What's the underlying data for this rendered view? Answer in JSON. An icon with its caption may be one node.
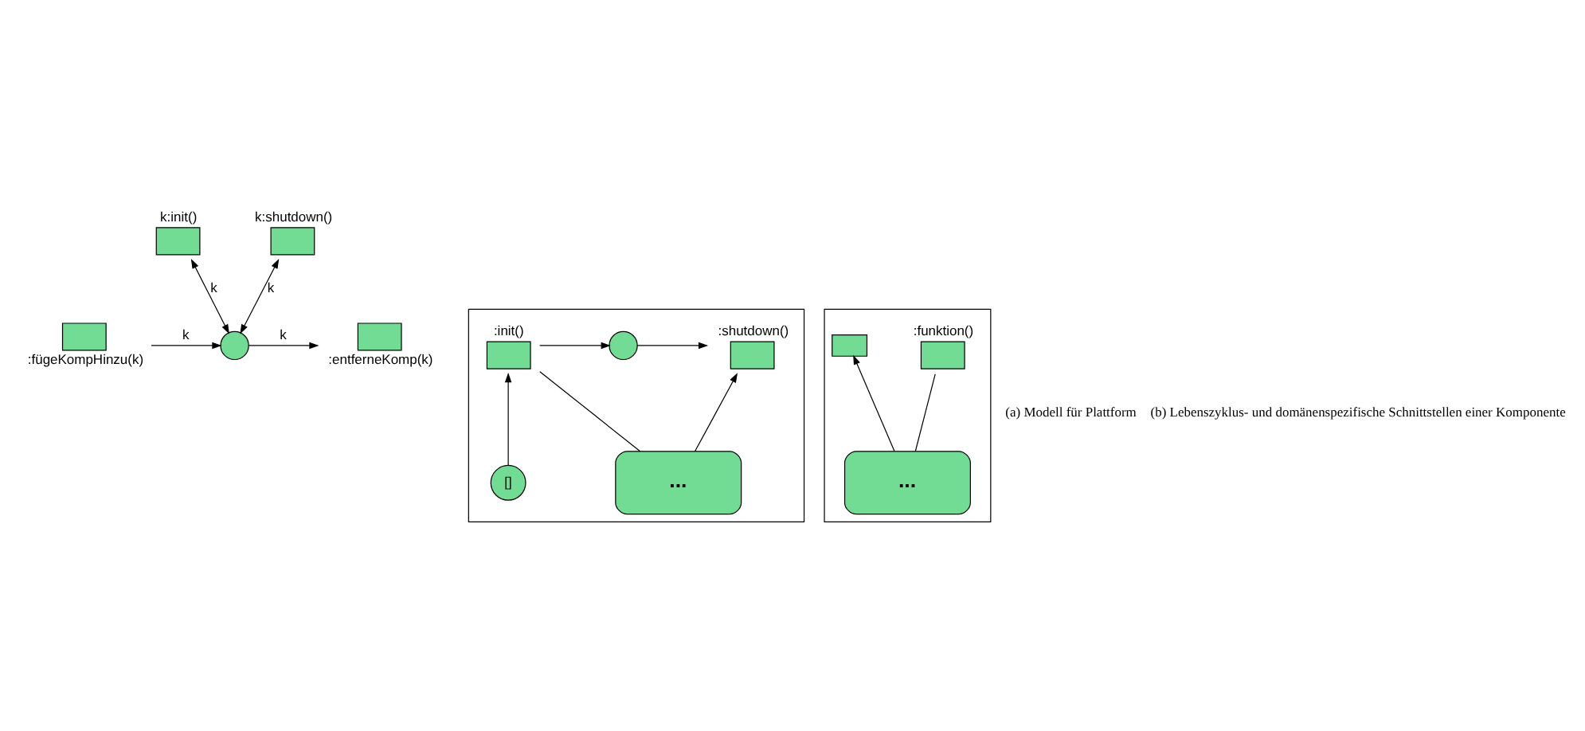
{
  "diagram": {
    "nodes": [
      {
        "text": [
          "k:init()"
        ]
      },
      {
        "text": [
          "k:shutdown()"
        ]
      },
      {
        "text": [
          ":fügeKompHinzu(k)"
        ]
      },
      {
        "text": [],
        "shape": "circle"
      },
      {
        "text": [
          ":entferneKomp(k)"
        ]
      },
      {
        "text": [],
        "shape": "box"
      },
      {
        "text": [
          ":init()"
        ],
        "in": 5
      },
      {
        "text": [],
        "shape": "circle",
        "in": 5
      },
      {
        "text": [
          ":shutdown()"
        ],
        "in": 5
      },
      {
        "text": [
          "[]"
        ],
        "in": 5
      },
      {
        "text": [
          "..."
        ],
        "in": 5
      },
      {
        "text": [],
        "shape": "box"
      },
      {
        "text": [
          ":funktion()"
        ],
        "in": 11
      },
      {
        "text": [],
        "shape": "box",
        "in": 11
      },
      {
        "text": [
          "..."
        ],
        "in": 11
      }
    ],
    "edges": [
      {
        "from": 0,
        "to": 3,
        "arrow": "both",
        "label": "k"
      },
      {
        "from": 1,
        "to": 3,
        "arrow": "both",
        "label": "k"
      },
      {
        "from": 2,
        "to": 3,
        "arrow": "to",
        "label": "k"
      },
      {
        "from": 3,
        "to": 4,
        "arrow": "to",
        "label": "k"
      },
      {
        "from": 6,
        "to": 7,
        "arrow": "to"
      },
      {
        "from": 7,
        "to": 8,
        "arrow": "to"
      },
      {
        "from": 9,
        "to": 6,
        "arrow": "to"
      },
      {
        "from": 10,
        "to": 6,
        "arrow": "none"
      },
      {
        "from": 10,
        "to": 8,
        "arrow": "to"
      },
      {
        "from": 14,
        "to": 12,
        "arrow": "none"
      },
      {
        "from": 14,
        "to": 13,
        "arrow": "to"
      }
    ],
    "labels": [
      "(a) Modell für Plattform",
      "(b) Lebenszyklus- und domänenspezifische Schnittstellen einer Komponente"
    ]
  }
}
